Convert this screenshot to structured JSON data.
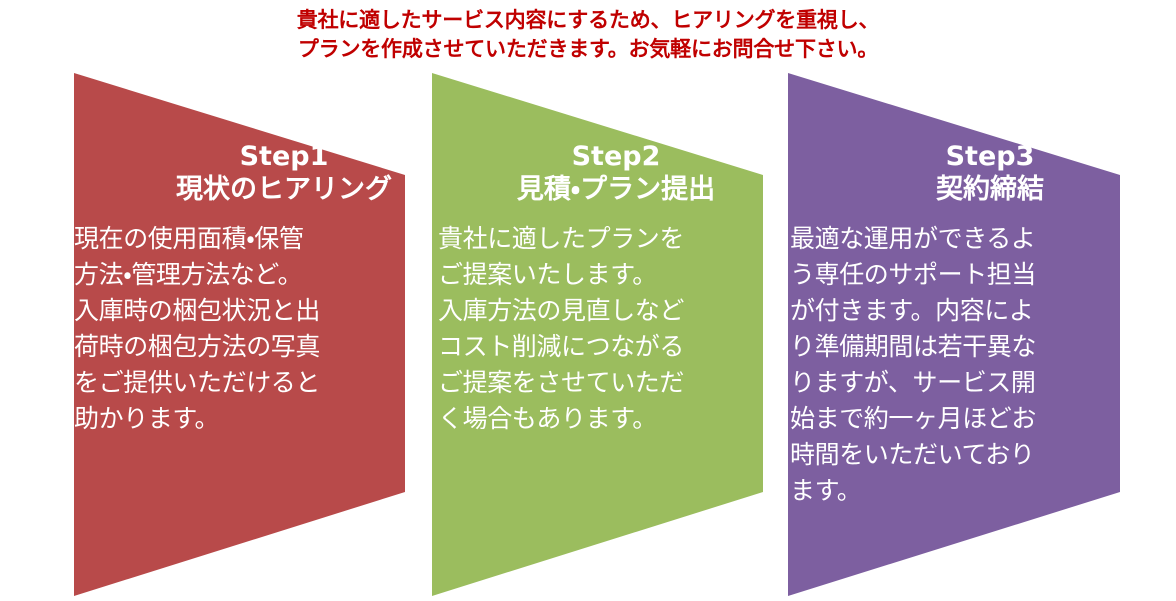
{
  "header": {
    "lines": [
      "貴社に適したサービス内容にするため、ヒアリングを重視し、",
      "プランを作成させていただきます。お気軽にお問合せ下さい。"
    ],
    "color": "#c00000"
  },
  "steps": [
    {
      "id": "step-1",
      "title": "Step1",
      "subtitle": "現状のヒアリング",
      "body": "現在の使用面積・保管\n方法・管理方法など。\n入庫時の梱包状況と出\n荷時の梱包方法の写真\nをご提供いただけると\n助かります。",
      "color": "#b84a4a",
      "text_color": "#ffffff"
    },
    {
      "id": "step-2",
      "title": "Step2",
      "subtitle": "見積・プラン提出",
      "body": "貴社に適したプランを\nご提案いたします。\n入庫方法の見直しなど\nコスト削減につながる\nご提案をさせていただ\nく場合もあります。",
      "color": "#9bbd5e",
      "text_color": "#ffffff"
    },
    {
      "id": "step-3",
      "title": "Step3",
      "subtitle": "契約締結",
      "body": "最適な運用ができるよ\nう専任のサポート担当\nが付きます。内容によ\nり準備期間は若干異な\nりますが、サービス開\n始まで約一ヶ月ほどお\n時間をいただいており\nます。",
      "color": "#7d5fa0",
      "text_color": "#ffffff"
    }
  ],
  "background_color": "#ffffff"
}
